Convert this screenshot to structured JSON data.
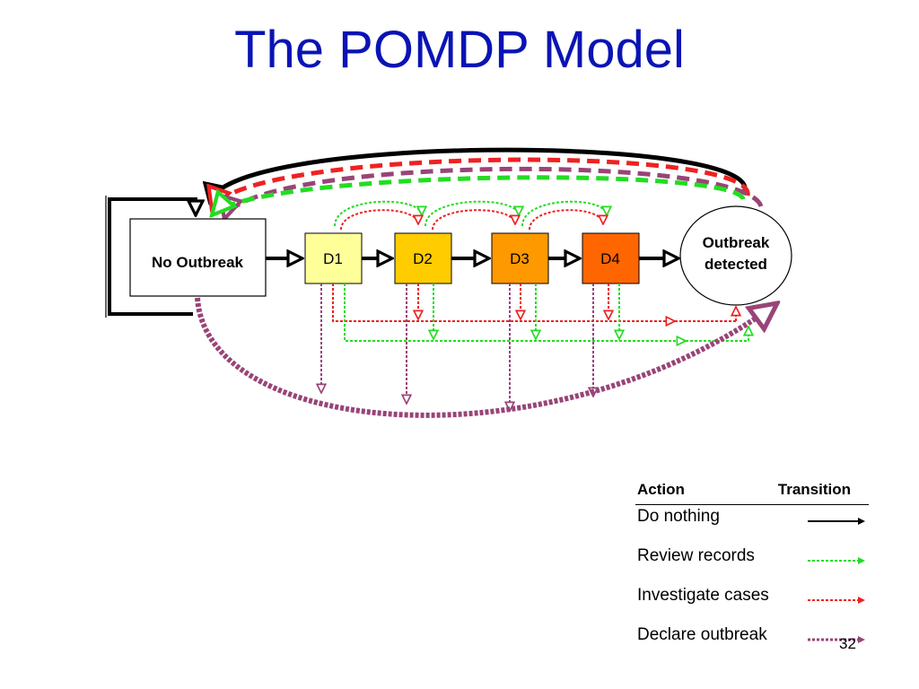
{
  "slide": {
    "title": "The POMDP Model",
    "page_number": "32"
  },
  "nodes": {
    "no_outbreak": "No Outbreak",
    "d1": "D1",
    "d2": "D2",
    "d3": "D3",
    "d4": "D4",
    "outbreak_line1": "Outbreak",
    "outbreak_line2": "detected"
  },
  "colors": {
    "title": "#0a14b4",
    "d1": "#ffff99",
    "d2": "#ffcc00",
    "d3": "#ff9900",
    "d4": "#ff6600",
    "do_nothing": "#000000",
    "review_records": "#22dd22",
    "investigate_cases": "#ee2222",
    "declare_outbreak": "#994477"
  },
  "legend": {
    "header_action": "Action",
    "header_transition": "Transition",
    "rows": [
      {
        "label": "Do nothing",
        "color": "#000000",
        "style": "solid"
      },
      {
        "label": "Review records",
        "color": "#22dd22",
        "style": "dotted"
      },
      {
        "label": "Investigate cases",
        "color": "#ee2222",
        "style": "dotted"
      },
      {
        "label": "Declare outbreak",
        "color": "#994477",
        "style": "dotted"
      }
    ]
  }
}
